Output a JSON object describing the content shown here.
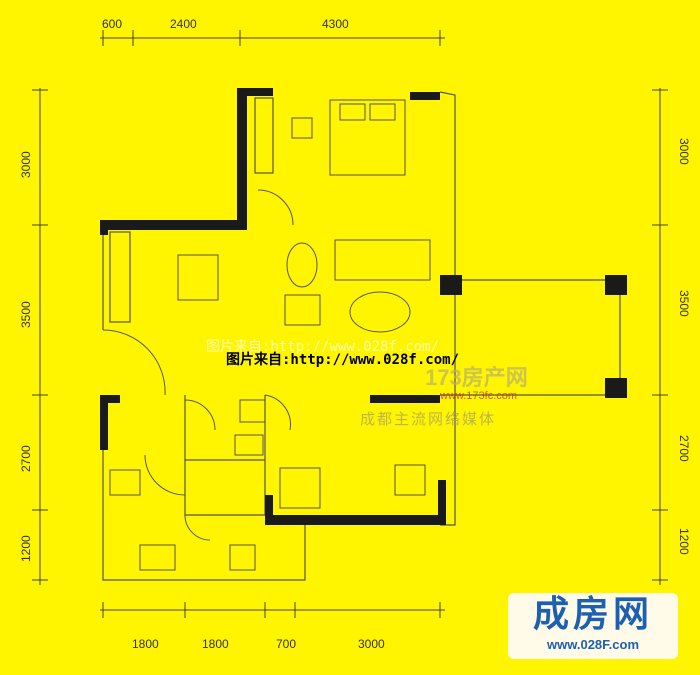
{
  "dimensions": {
    "top": [
      "600",
      "2400",
      "4300"
    ],
    "left": [
      "3000",
      "3500",
      "2700",
      "1200"
    ],
    "right": [
      "3000",
      "3500",
      "2700",
      "1200"
    ],
    "bottom": [
      "1800",
      "1800",
      "700",
      "3000"
    ]
  },
  "watermarks": {
    "source_faded": "图片来自:http://www.028f.com/",
    "source": "图片来自:http://www.028f.com/",
    "site_name": "173房产网",
    "site_url": "www.173fc.com",
    "slogan": "成都主流网络媒体"
  },
  "logo": {
    "name": "成房网",
    "url": "www.028F.com"
  },
  "colors": {
    "background": "#fff500",
    "wall": "#1a1a1a",
    "logo_blue": "#1d5fb0"
  }
}
